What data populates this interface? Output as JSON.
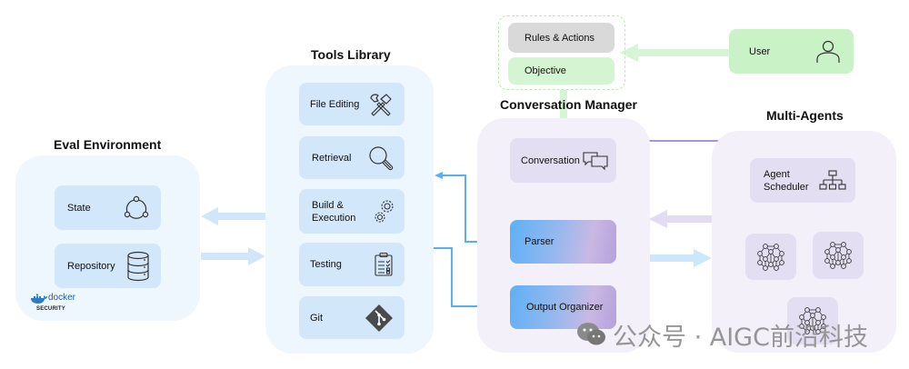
{
  "sections": {
    "eval_environment": {
      "title": "Eval Environment",
      "items": [
        {
          "label": "State",
          "icon": "state-cycle-icon"
        },
        {
          "label": "Repository",
          "icon": "database-icon"
        }
      ],
      "badge": {
        "logo_text": "docker",
        "sub_text": "SECURITY",
        "icon": "docker-whale-icon"
      }
    },
    "tools_library": {
      "title": "Tools Library",
      "items": [
        {
          "label": "File Editing",
          "icon": "hammer-wrench-icon"
        },
        {
          "label": "Retrieval",
          "icon": "magnifier-icon"
        },
        {
          "label": "Build & Execution",
          "line1": "Build &",
          "line2": "Execution",
          "icon": "gears-icon"
        },
        {
          "label": "Testing",
          "icon": "clipboard-checklist-icon"
        },
        {
          "label": "Git",
          "icon": "git-icon"
        }
      ]
    },
    "prompt_box": {
      "items": [
        {
          "label": "Rules & Actions"
        },
        {
          "label": "Objective"
        }
      ]
    },
    "user": {
      "label": "User",
      "icon": "user-icon"
    },
    "conversation_manager": {
      "title": "Conversation Manager",
      "items": [
        {
          "label": "Conversation",
          "icon": "chat-bubbles-icon"
        },
        {
          "label": "Parser"
        },
        {
          "label": "Output Organizer"
        }
      ]
    },
    "multi_agents": {
      "title": "Multi-Agents",
      "scheduler": {
        "label": "Agent Scheduler",
        "line1": "Agent",
        "line2": "Scheduler",
        "icon": "hierarchy-icon"
      },
      "agents": [
        {
          "icon": "neural-network-icon"
        },
        {
          "icon": "neural-network-icon"
        },
        {
          "icon": "neural-network-icon"
        }
      ]
    }
  },
  "watermark": {
    "text": "公众号 · AIGC前沿科技",
    "icon": "wechat-icon"
  },
  "colors": {
    "blue_panel": "#eef6fe",
    "blue_card": "#d3e7fb",
    "purple_panel": "#f3f0fa",
    "purple_card": "#e4def2",
    "green_card": "#c9f2c7",
    "gray_card": "#d9d9d9",
    "blue_line": "#5aaef5",
    "purple_line": "#a994d6",
    "green_arrow": "#d6f5d4"
  }
}
